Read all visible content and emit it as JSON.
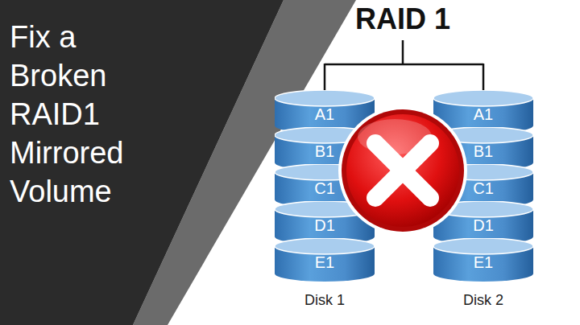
{
  "diagram": {
    "title": "Fix a Broken RAID1 Mirrored Volume",
    "nodes": [
      {
        "text": [
          "Disk 1"
        ]
      },
      {
        "text": [
          "A1"
        ],
        "in": 0
      },
      {
        "text": [
          "B1"
        ],
        "in": 0
      },
      {
        "text": [
          "C1"
        ],
        "in": 0
      },
      {
        "text": [
          "D1"
        ],
        "in": 0
      },
      {
        "text": [
          "E1"
        ],
        "in": 0
      },
      {
        "text": [
          "Disk 2"
        ]
      },
      {
        "text": [
          "A1"
        ],
        "in": 6
      },
      {
        "text": [
          "B1"
        ],
        "in": 6
      },
      {
        "text": [
          "C1"
        ],
        "in": 6
      },
      {
        "text": [
          "D1"
        ],
        "in": 6
      },
      {
        "text": [
          "E1"
        ],
        "in": 6
      }
    ],
    "labels": [
      "RAID 1"
    ]
  }
}
